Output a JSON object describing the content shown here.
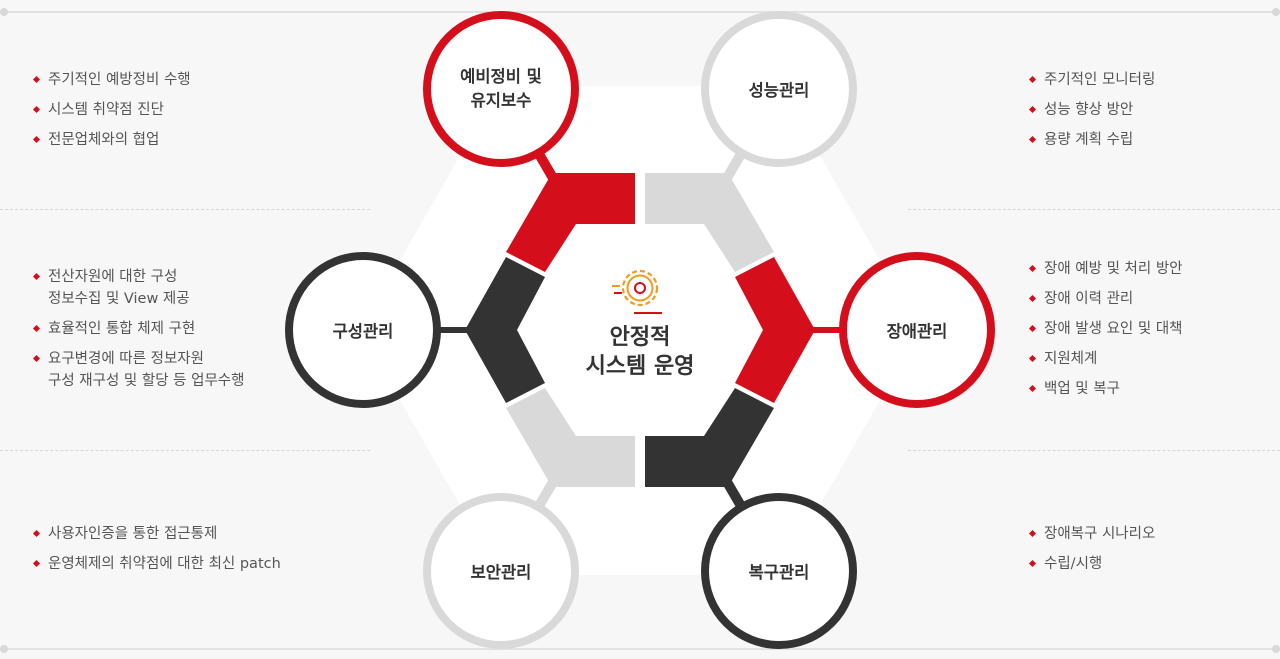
{
  "center": {
    "line1": "안정적",
    "line2": "시스템 운영",
    "icon": "gear-icon"
  },
  "nodes": {
    "maintenance": {
      "line1": "예비정비 및",
      "line2": "유지보수"
    },
    "performance": "성능관리",
    "fault": "장애관리",
    "recovery": "복구관리",
    "security": "보안관리",
    "configuration": "구성관리"
  },
  "lists": {
    "maintenance": [
      "주기적인 예방정비 수행",
      "시스템 취약점 진단",
      "전문업체와의 협업"
    ],
    "performance": [
      "주기적인 모니터링",
      "성능 향상 방안",
      "용량 계획 수립"
    ],
    "configuration": [
      "전산자원에 대한 구성\n정보수집 및 View 제공",
      "효율적인 통합 체제 구현",
      "요구변경에 따른 정보자원\n구성 재구성 및 할당 등 업무수행"
    ],
    "fault": [
      "장애 예방 및 처리 방안",
      "장애 이력 관리",
      "장애 발생 요인 및 대책",
      "지원체계",
      "백업 및 복구"
    ],
    "security": [
      "사용자인증을 통한 접근통제",
      "운영체제의 취약점에 대한 최신 patch"
    ],
    "recovery": [
      "장애복구 시나리오",
      "수립/시행"
    ]
  },
  "colors": {
    "red": "#d40e1b",
    "dark": "#333333",
    "gray": "#d9d9d9",
    "text": "#555555"
  }
}
